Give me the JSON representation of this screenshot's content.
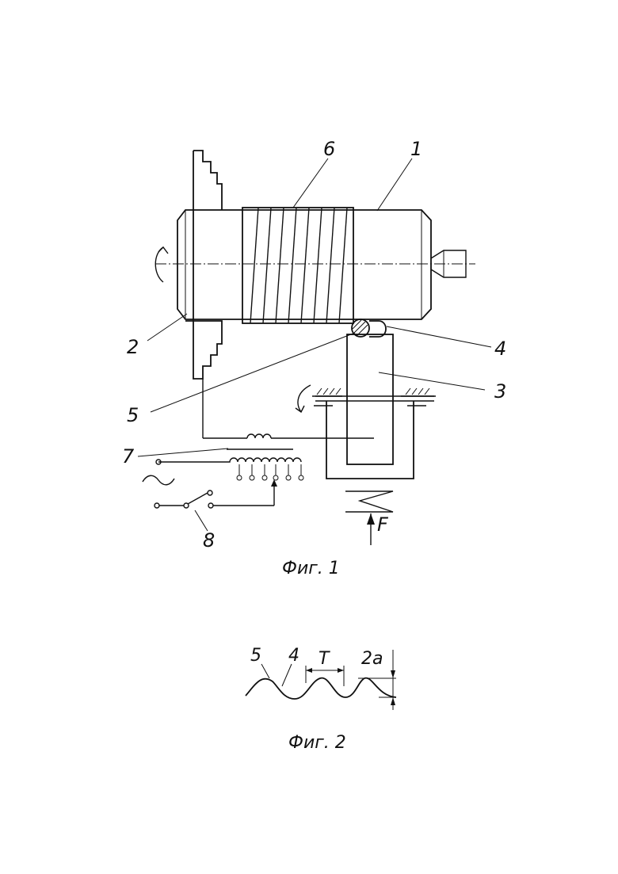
{
  "figure1": {
    "labels": {
      "spindle": "1",
      "chuck": "2",
      "roller": "3",
      "pin": "4",
      "wire": "5",
      "coil": "6",
      "transformer": "7",
      "switch": "8",
      "force": "F"
    },
    "ac_symbol": "~",
    "caption": "Фиг. 1"
  },
  "figure2": {
    "labels": {
      "wire": "5",
      "pin": "4",
      "pitch": "T",
      "amplitude": "2a"
    },
    "caption": "Фиг. 2"
  }
}
